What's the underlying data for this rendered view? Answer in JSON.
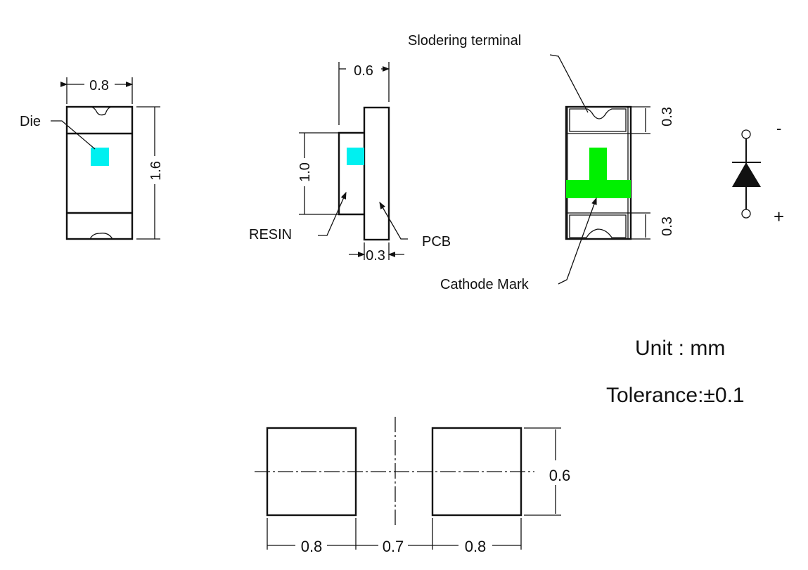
{
  "title": "0603 (1608) SMD LED package dimensions",
  "colors": {
    "die": "#00f0f0",
    "cathode_mark": "#00f000",
    "line": "#111111"
  },
  "front_view": {
    "width_dim": "0.8",
    "height_dim": "1.6",
    "die_label": "Die"
  },
  "side_view": {
    "width_dim": "0.6",
    "resin_height_dim": "1.0",
    "pcb_thickness_dim": "0.3",
    "resin_label": "RESIN",
    "pcb_label": "PCB"
  },
  "bottom_view": {
    "terminal_label": "Slodering terminal",
    "top_terminal_dim": "0.3",
    "bottom_terminal_dim": "0.3",
    "cathode_label": "Cathode Mark"
  },
  "symbol": {
    "minus": "-",
    "plus": "+"
  },
  "notes": {
    "unit": "Unit : mm",
    "tolerance": "Tolerance:±0.1"
  },
  "footprint": {
    "pad_width_left": "0.8",
    "gap": "0.7",
    "pad_width_right": "0.8",
    "pad_height": "0.6"
  }
}
